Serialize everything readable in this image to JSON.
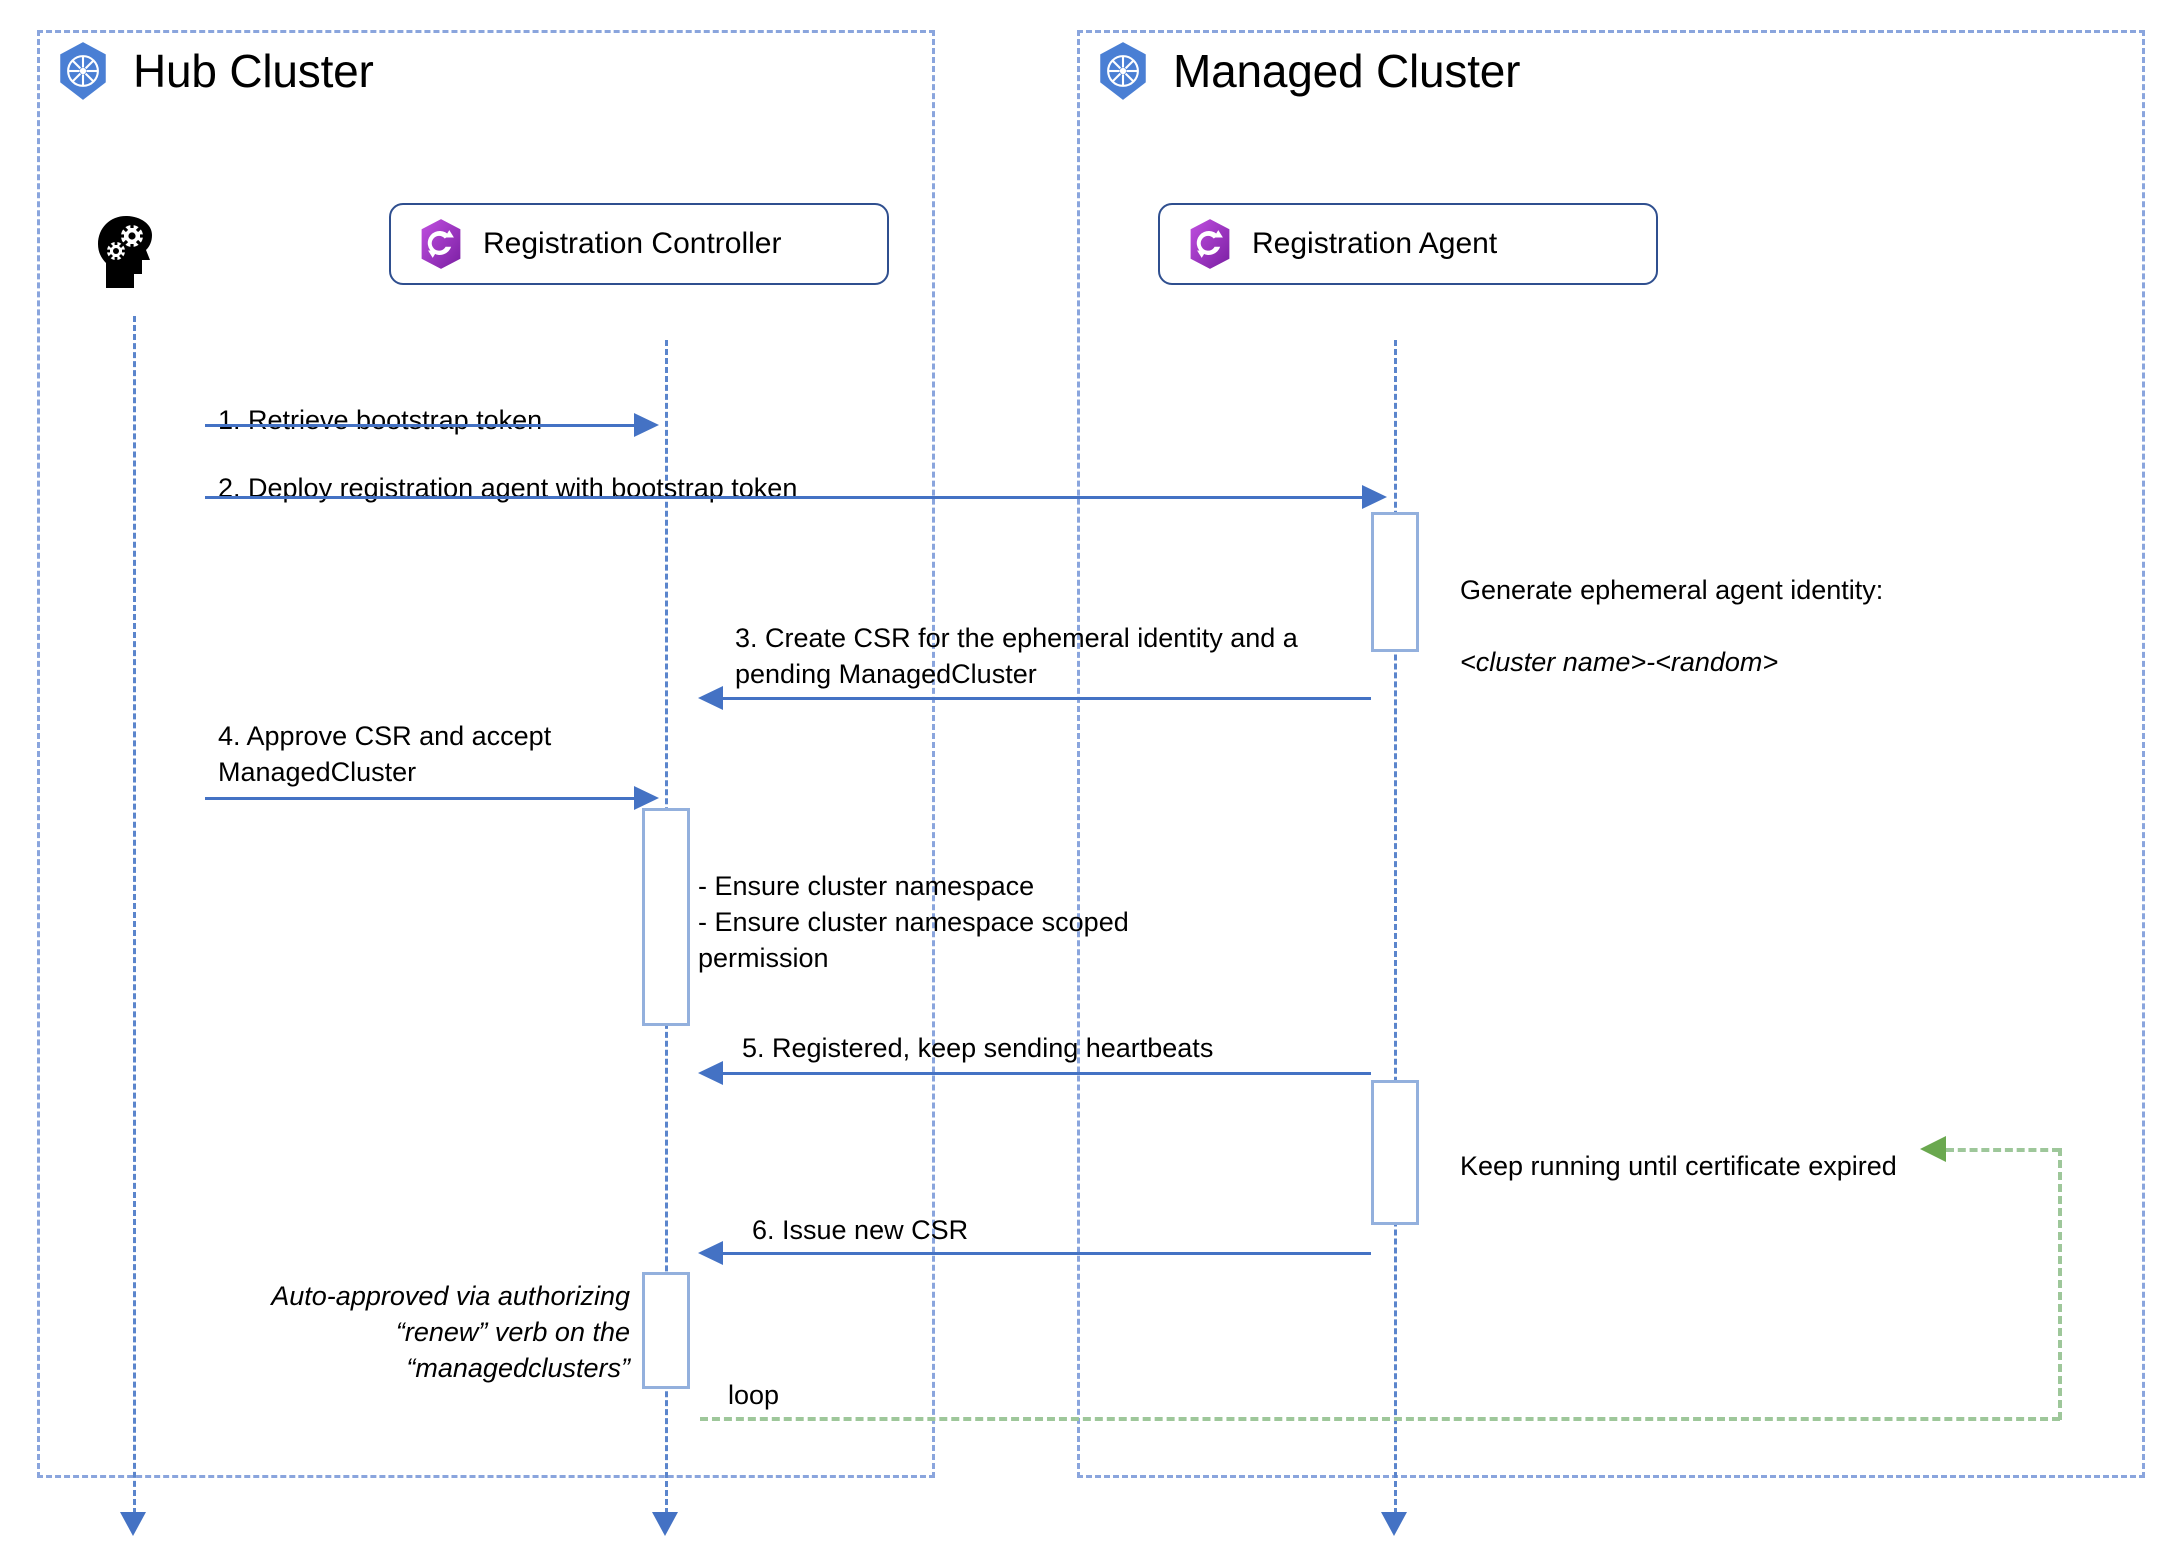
{
  "diagram": {
    "type": "sequence-diagram",
    "colors": {
      "cluster_border": "#8aa5dd",
      "participant_border": "#2f4f8f",
      "lifeline": "#5b85cc",
      "message_arrow": "#4472c4",
      "activation_border": "#93b0dd",
      "loop_green": "#9ec79a",
      "loop_arrow_green": "#6aa84f",
      "k8s_blue": "#4a7fd4",
      "ocm_purple": "#9b2fc4"
    }
  },
  "clusters": [
    {
      "id": "hub",
      "title": "Hub Cluster",
      "icon": "kubernetes-icon"
    },
    {
      "id": "managed",
      "title": "Managed Cluster",
      "icon": "kubernetes-icon"
    }
  ],
  "participants": [
    {
      "id": "actor",
      "label": "",
      "icon": "user-head-gears-icon"
    },
    {
      "id": "registration-controller",
      "label": "Registration Controller",
      "icon": "ocm-icon"
    },
    {
      "id": "registration-agent",
      "label": "Registration Agent",
      "icon": "ocm-icon"
    }
  ],
  "messages": [
    {
      "num": "1",
      "label": "1. Retrieve bootstrap token",
      "from": "actor",
      "to": "registration-controller",
      "direction": "right"
    },
    {
      "num": "2",
      "label": "2. Deploy registration agent with bootstrap token",
      "from": "actor",
      "to": "registration-agent",
      "direction": "right"
    },
    {
      "num": "3",
      "label": "3. Create CSR for the ephemeral identity and a\npending ManagedCluster",
      "from": "registration-agent",
      "to": "registration-controller",
      "direction": "left"
    },
    {
      "num": "4",
      "label": "4. Approve CSR and accept\nManagedCluster",
      "from": "actor",
      "to": "registration-controller",
      "direction": "right"
    },
    {
      "num": "5",
      "label": "5. Registered, keep sending heartbeats",
      "from": "registration-agent",
      "to": "registration-controller",
      "direction": "left"
    },
    {
      "num": "6",
      "label": "6. Issue new CSR",
      "from": "registration-agent",
      "to": "registration-controller",
      "direction": "left"
    }
  ],
  "notes": [
    {
      "id": "generate-identity",
      "line1": "Generate ephemeral agent identity:",
      "line2": "<cluster name>-<random>"
    },
    {
      "id": "ensure-namespace",
      "text": "- Ensure cluster namespace\n- Ensure cluster namespace scoped\n   permission"
    },
    {
      "id": "keep-running",
      "text": "Keep running until certificate expired"
    },
    {
      "id": "auto-approved",
      "text": "Auto-approved via authorizing\n“renew” verb on the\n“managedclusters”"
    }
  ],
  "loop": {
    "label": "loop"
  }
}
